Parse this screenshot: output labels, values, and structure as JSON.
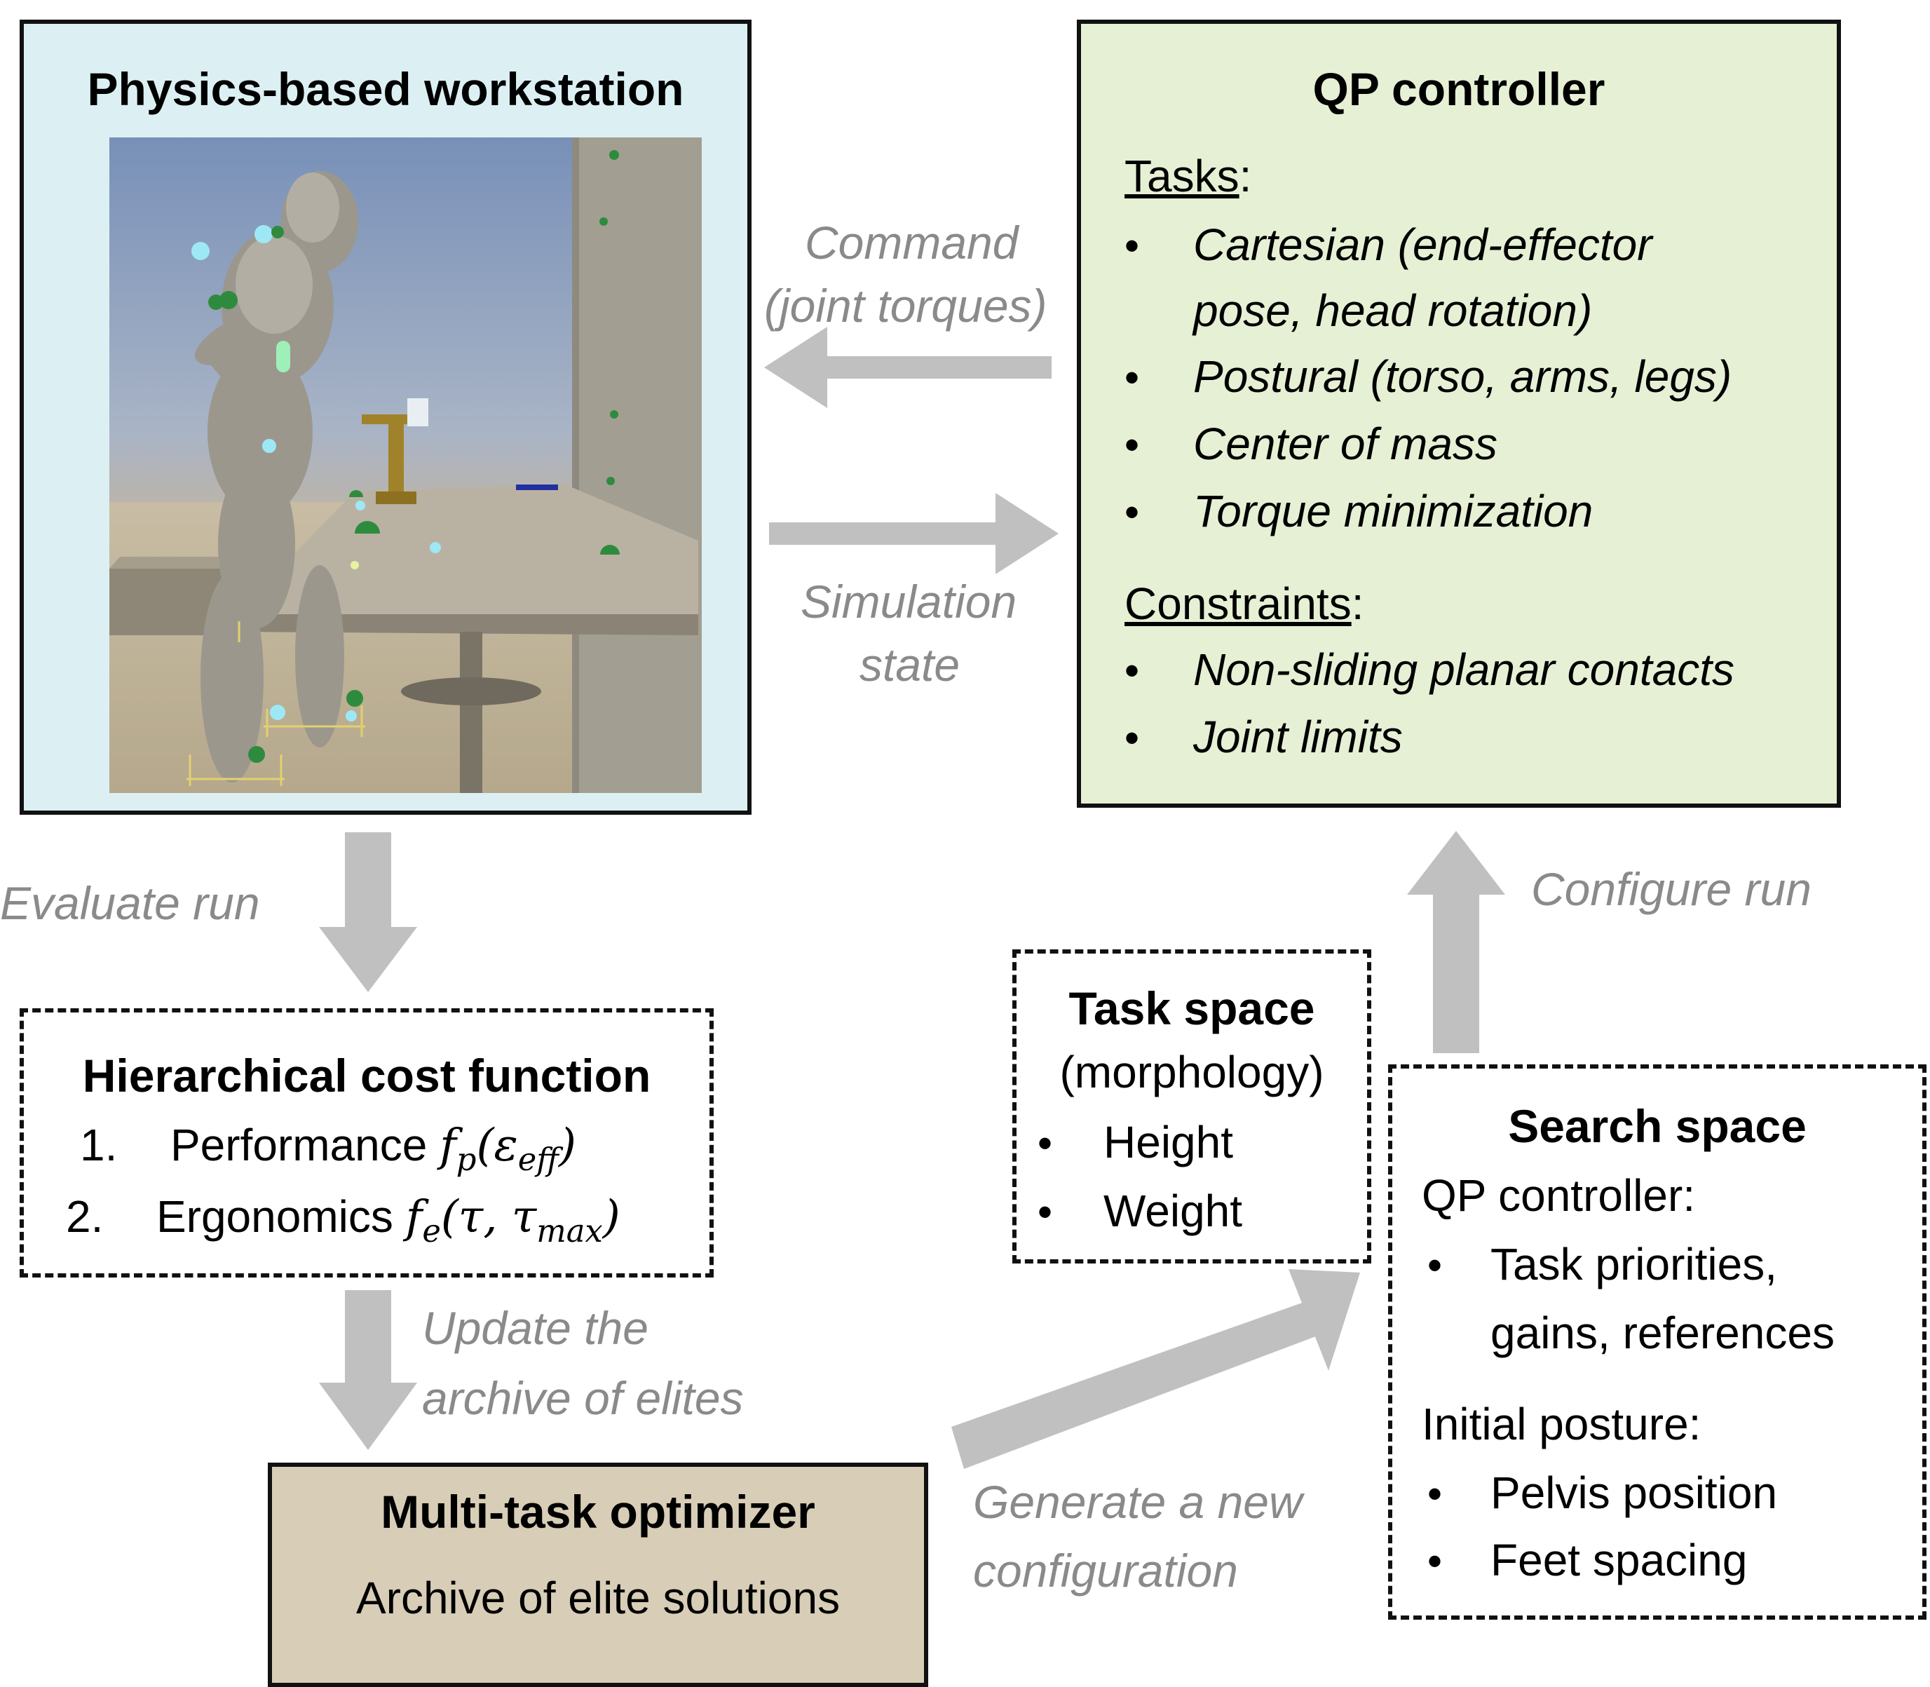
{
  "workstation": {
    "title": "Physics-based workstation"
  },
  "qp": {
    "title": "QP controller",
    "tasks_heading": "Tasks",
    "tasks": [
      "Cartesian (end-effector",
      "pose, head rotation)",
      "Postural (torso, arms, legs)",
      "Center of mass",
      "Torque minimization"
    ],
    "constraints_heading": "Constraints",
    "constraints": [
      "Non-sliding planar contacts",
      "Joint limits"
    ]
  },
  "cost": {
    "title": "Hierarchical cost function",
    "item1_num": "1.",
    "item1_label": "Performance",
    "item1_math": "f",
    "item1_sub": "p",
    "item1_arg": "(ε",
    "item1_argsub": "eff",
    "item1_close": ")",
    "item2_num": "2.",
    "item2_label": "Ergonomics",
    "item2_math": "f",
    "item2_sub": "e",
    "item2_arg": "(τ, τ",
    "item2_argsub": "max",
    "item2_close": ")"
  },
  "optimizer": {
    "title": "Multi-task optimizer",
    "subtitle": "Archive of elite solutions"
  },
  "taskspace": {
    "title": "Task space",
    "subtitle": "(morphology)",
    "items": [
      "Height",
      "Weight"
    ]
  },
  "search": {
    "title": "Search space",
    "qp_heading": "QP controller:",
    "qp_items": [
      "Task priorities,",
      "gains, references"
    ],
    "posture_heading": "Initial posture:",
    "posture_items": [
      "Pelvis position",
      "Feet spacing"
    ]
  },
  "arrows": {
    "command_1": "Command",
    "command_2": "(joint torques)",
    "state_1": "Simulation",
    "state_2": "state",
    "evaluate": "Evaluate run",
    "configure": "Configure run",
    "update_1": "Update the",
    "update_2": "archive of elites",
    "generate_1": "Generate a new",
    "generate_2": "configuration"
  },
  "colors": {
    "workstation_bg": "#dcf0f3",
    "qp_bg": "#e6f0d4",
    "optimizer_bg": "#d8cdb6",
    "arrow": "#c0c0c0",
    "label_gray": "#8a8a8a"
  },
  "bullet_glyph": "•"
}
